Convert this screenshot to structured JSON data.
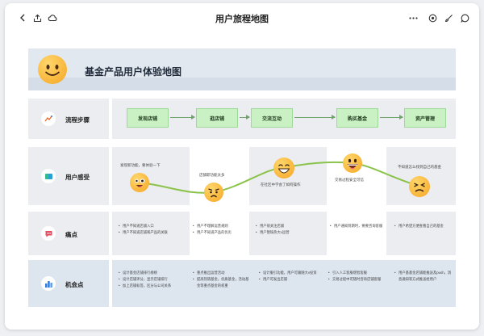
{
  "window": {
    "title": "用户旅程地图"
  },
  "toolbar": {
    "left_icons": [
      "back-icon",
      "export-icon",
      "cloud-icon"
    ],
    "right_icons": [
      "more-icon",
      "target-icon",
      "brush-icon",
      "comment-icon"
    ]
  },
  "map": {
    "title": "基金产品用户体验地图",
    "rows": [
      {
        "name": "流程步骤",
        "icon": "flow-icon"
      },
      {
        "name": "用户感受",
        "icon": "emotion-icon"
      },
      {
        "name": "痛点",
        "icon": "pain-icon"
      },
      {
        "name": "机会点",
        "icon": "opportunity-icon"
      }
    ],
    "steps": [
      "发现店铺",
      "逛店铺",
      "交流互动",
      "购买基金",
      "资产管理"
    ],
    "feelings": [
      {
        "text": "发现新功能，要体验一下",
        "emotion": "curious"
      },
      {
        "text": "店铺职功能太多",
        "emotion": "worried"
      },
      {
        "text": "在社区中学会了如何操作",
        "emotion": "happy"
      },
      {
        "text": "交易过程安全可信",
        "emotion": "grinning"
      },
      {
        "text": "不知道怎么找到自己的基金",
        "emotion": "frustrated"
      }
    ],
    "pain_points": [
      [
        "用户不知道店铺入口",
        "用户不知道店铺和产品的关联"
      ],
      [
        "用户不理解运营规则",
        "用户不知道产品的优劣"
      ],
      [
        "用户很关注店铺",
        "用户暂缺热大v运营"
      ],
      [
        "用户通知到期时，要要咨询客服"
      ],
      [
        "用户希望方便查看自己的基金"
      ]
    ],
    "opportunities": [
      [
        "设计基金店铺排行榜榜",
        "设计店铺评分，显示店铺排行",
        "加上店铺标签，区分与公司关系"
      ],
      [
        "重点推出运营活动",
        "提高热销基金，优质基金，活动基金等重点基金的权重"
      ],
      [
        "设计服引功能，用户可跟随大v投资",
        "用户可发出店铺"
      ],
      [
        "引入人工客服增智客服",
        "交易过程中可随时咨询店铺客服"
      ],
      [
        "用户基基金店铺能推送及push，消息通知等方式推送给用户"
      ]
    ]
  }
}
